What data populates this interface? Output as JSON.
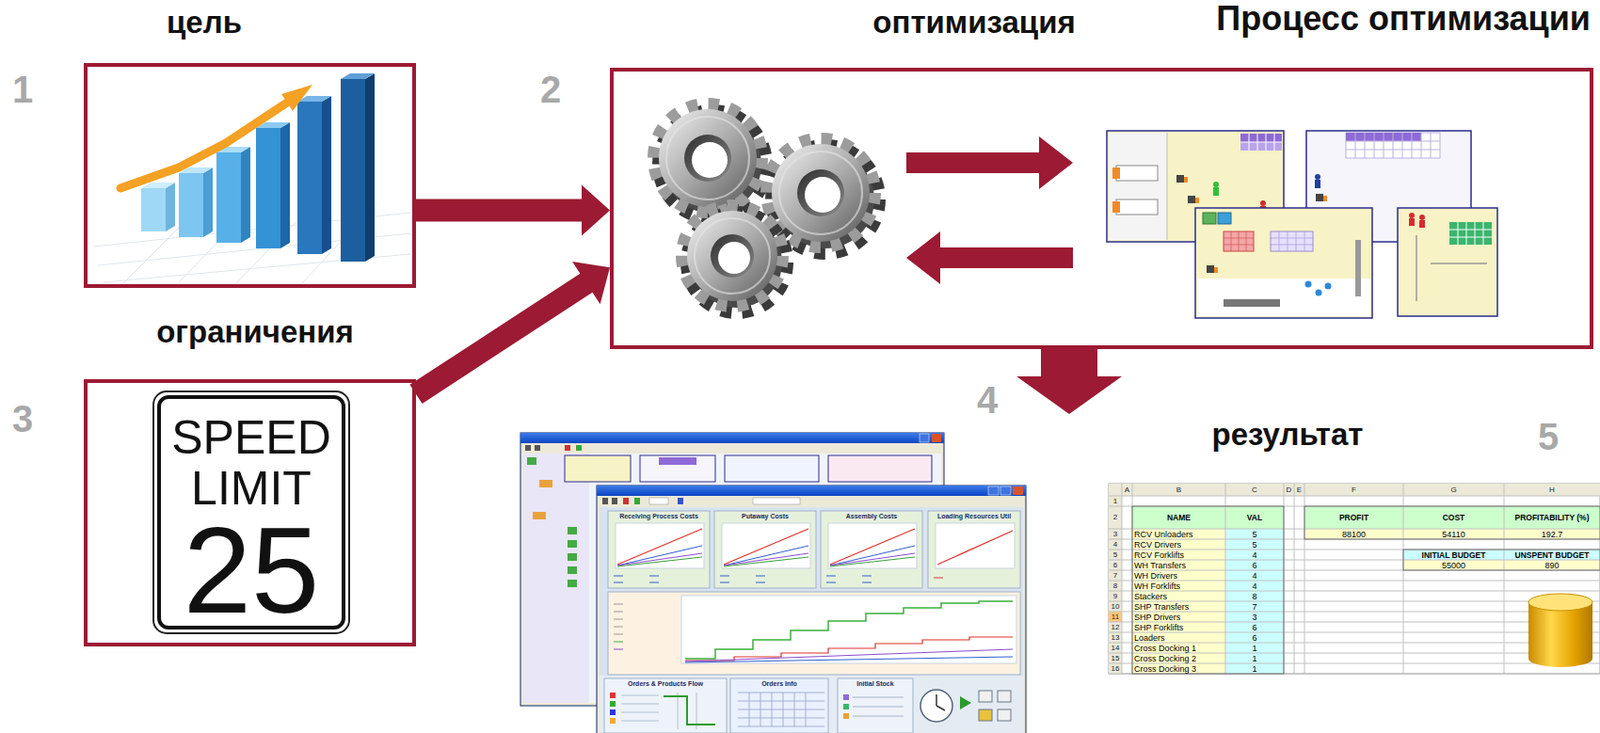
{
  "diagram": {
    "title": "Процесс оптимизации",
    "nodes": [
      {
        "text": [
          "цель"
        ]
      },
      {
        "text": [
          "оптимизация"
        ]
      },
      {
        "text": [
          "ограничения"
        ]
      },
      {
        "text": [
          "результат"
        ]
      }
    ],
    "edges": [
      {
        "from": 0,
        "to": 1,
        "arrow": "to"
      },
      {
        "from": 2,
        "to": 1,
        "arrow": "to"
      },
      {
        "from": 1,
        "to": 3,
        "arrow": "to"
      }
    ],
    "labels": [
      "1",
      "2",
      "3",
      "4",
      "5",
      "SPEED",
      "LIMIT",
      "25",
      "Receiving Process Costs",
      "Putaway Costs",
      "Assembly Costs",
      "Loading Resources Util",
      "Orders & Products Flow",
      "Orders Info",
      "Initial Stock",
      "A",
      "B",
      "C",
      "D",
      "E",
      "F",
      "G",
      "H",
      "1",
      "2",
      "3",
      "4",
      "5",
      "6",
      "7",
      "8",
      "9",
      "10",
      "11",
      "12",
      "13",
      "14",
      "15",
      "16",
      "NAME",
      "VAL",
      "PROFIT",
      "COST",
      "PROFITABILITY (%)",
      "RCV Unloaders",
      "5",
      "88100",
      "54110",
      "192.7",
      "RCV Drivers",
      "5",
      "RCV Forklifts",
      "4",
      "INITIAL BUDGET",
      "UNSPENT BUDGET",
      "WH Transfers",
      "6",
      "55000",
      "890",
      "WH Drivers",
      "4",
      "WH Forklifts",
      "4",
      "Stackers",
      "8",
      "SHP Transfers",
      "7",
      "SHP Drivers",
      "3",
      "SHP Forklifts",
      "6",
      "Loaders",
      "6",
      "Cross Docking 1",
      "1",
      "Cross Docking 2",
      "1",
      "Cross Docking 3",
      "1"
    ]
  }
}
